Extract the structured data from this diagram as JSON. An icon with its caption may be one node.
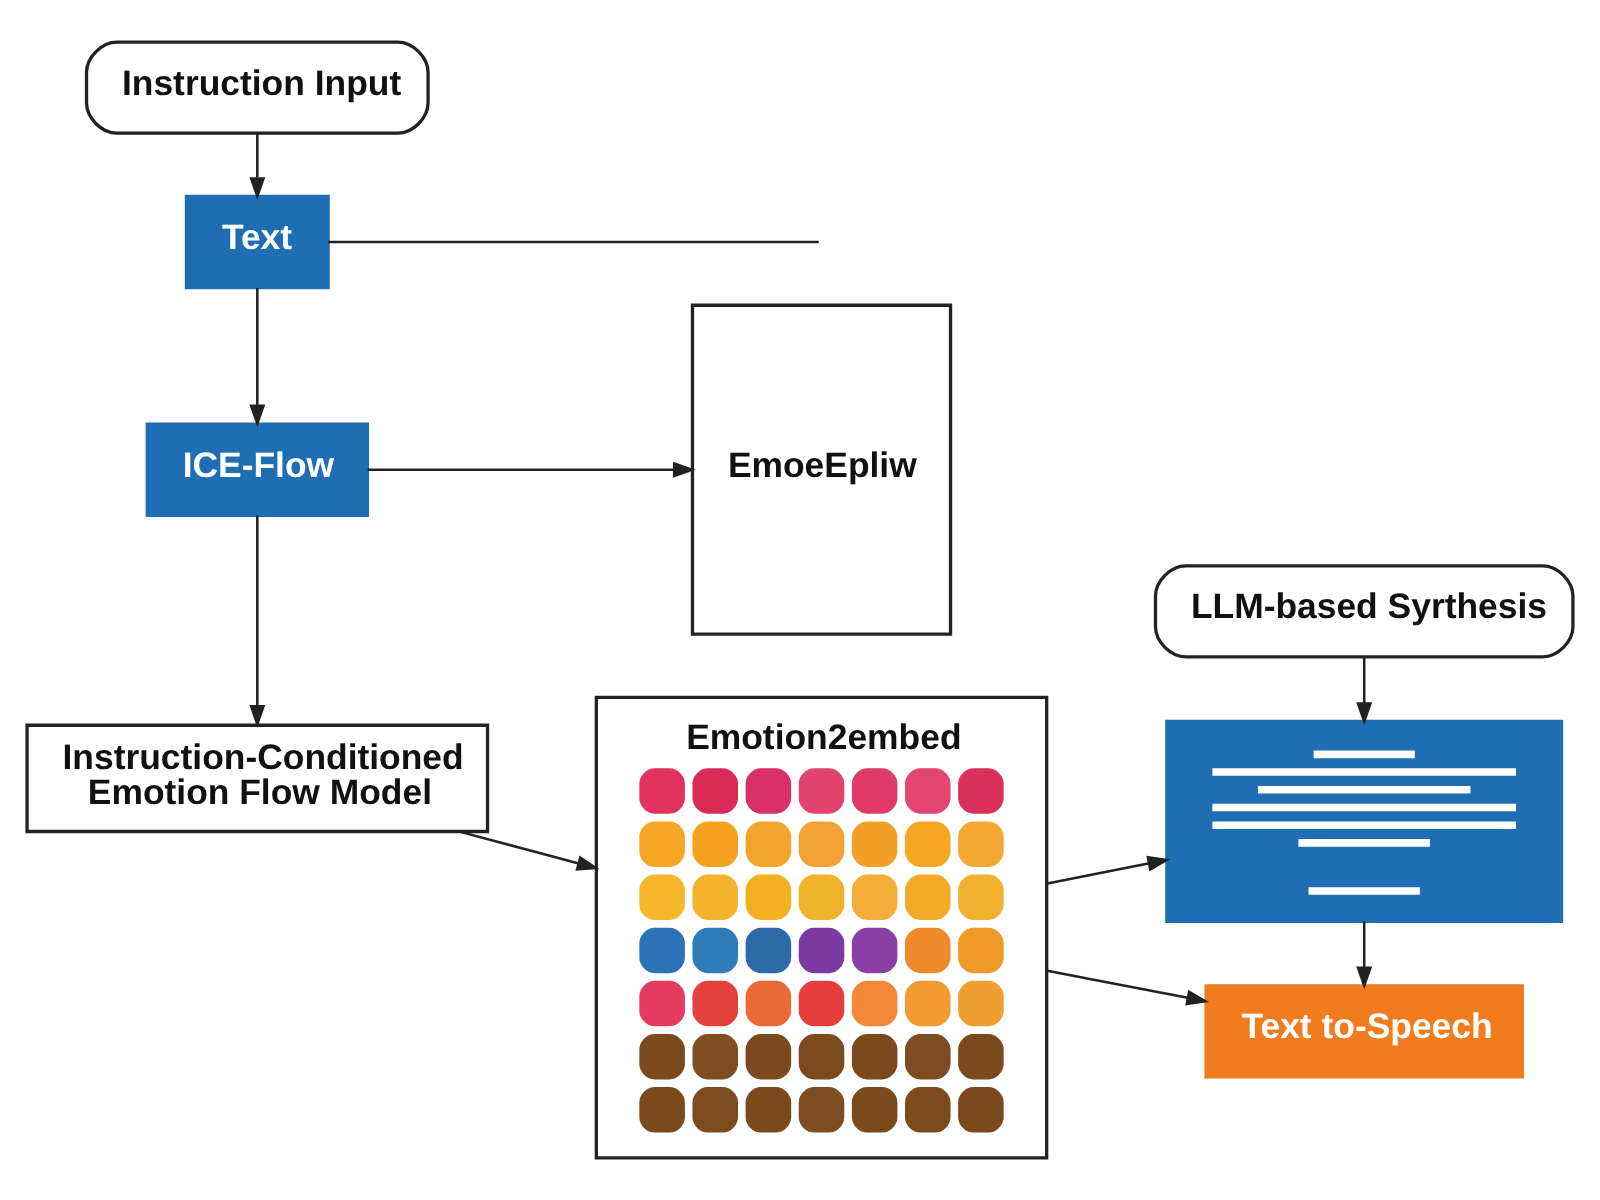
{
  "diagram": {
    "nodes": [
      {
        "text": [
          "Instruction Input"
        ]
      },
      {
        "text": [
          "Text"
        ]
      },
      {
        "text": [
          "ICE-Flow"
        ]
      },
      {
        "text": [
          "Instruction-Conditioned Emotion Flow Model"
        ]
      },
      {
        "text": [
          "EmoeEpliw"
        ]
      },
      {
        "text": [
          "Emotion2embed"
        ]
      },
      {
        "text": [
          "LLM-based Syrthesis"
        ]
      },
      {
        "text": [],
        "shape": "box"
      },
      {
        "text": [
          "Text to-Speech"
        ]
      }
    ],
    "edges": [
      {
        "from": 0,
        "to": 1,
        "arrow": "to"
      },
      {
        "from": 1,
        "to": 2,
        "arrow": "to"
      },
      {
        "from": 2,
        "to": 3,
        "arrow": "to"
      },
      {
        "from": 1,
        "to": null,
        "arrow": "none"
      },
      {
        "from": 2,
        "to": 4,
        "arrow": "to"
      },
      {
        "from": 3,
        "to": 5,
        "arrow": "to"
      },
      {
        "from": 5,
        "to": 7,
        "arrow": "to"
      },
      {
        "from": 5,
        "to": 8,
        "arrow": "to"
      },
      {
        "from": 6,
        "to": 7,
        "arrow": "to"
      },
      {
        "from": 7,
        "to": 8,
        "arrow": "to"
      }
    ]
  }
}
